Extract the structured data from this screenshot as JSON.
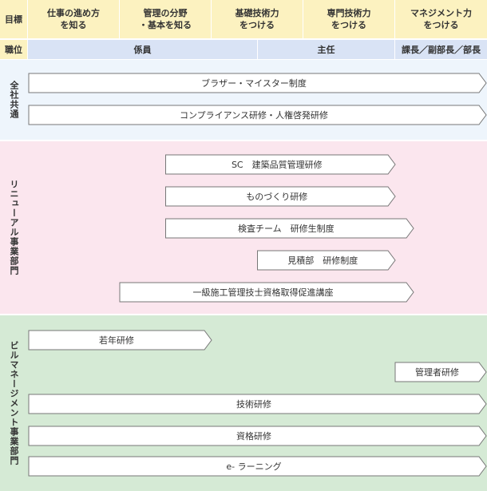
{
  "header": {
    "label": "目標",
    "columns": [
      "仕事の進め方\nを知る",
      "管理の分野\n・基本を知る",
      "基礎技術力\nをつける",
      "専門技術力\nをつける",
      "マネジメント力\nをつける"
    ]
  },
  "positions": {
    "label": "職位",
    "items": [
      "係員",
      "主任",
      "課長／副部長／部長"
    ]
  },
  "sections": [
    {
      "label": "全社共通",
      "color": "#eef5fc",
      "programs": [
        {
          "name": "ブラザー・マイスター制度",
          "from": 0,
          "to": 5
        },
        {
          "name": "コンプライアンス研修・人権啓発研修",
          "from": 0,
          "to": 5
        }
      ]
    },
    {
      "label": "リニューアル事業部門",
      "color": "#fbe6ee",
      "programs": [
        {
          "name": "SC　建築品質管理研修",
          "from": 1.5,
          "to": 4
        },
        {
          "name": "ものづくり研修",
          "from": 1.5,
          "to": 4
        },
        {
          "name": "検査チーム　研修生制度",
          "from": 1.5,
          "to": 4.2
        },
        {
          "name": "見積部　研修制度",
          "from": 2.5,
          "to": 4
        },
        {
          "name": "一級施工管理技士資格取得促進講座",
          "from": 1,
          "to": 4.2
        }
      ]
    },
    {
      "label": "ビルマネージメント事業部門",
      "color": "#d5ead5",
      "programs": [
        {
          "name": "若年研修",
          "from": 0,
          "to": 2
        },
        {
          "name": "管理者研修",
          "from": 4,
          "to": 5
        },
        {
          "name": "技術研修",
          "from": 0,
          "to": 5
        },
        {
          "name": "資格研修",
          "from": 0,
          "to": 5
        },
        {
          "name": "e- ラーニング",
          "from": 0,
          "to": 5
        }
      ]
    }
  ],
  "colors": {
    "header_bg": "#fcf2c0",
    "position_bg": "#d9e3f5",
    "arrow_fill": "#ffffff",
    "arrow_stroke": "#777777"
  }
}
